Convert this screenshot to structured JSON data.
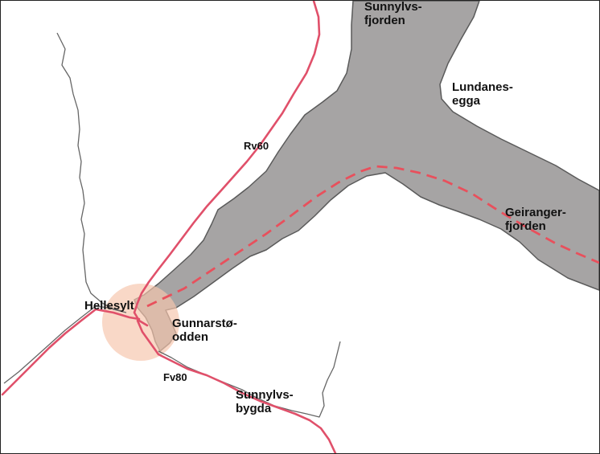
{
  "map": {
    "colors": {
      "water": "#a6a4a4",
      "water_edge": "#5a5a5a",
      "road": "#e0506a",
      "ferry_route": "#e8505c",
      "river": "#666666",
      "highlight": "#f6c5ac",
      "background": "#ffffff"
    },
    "labels": {
      "sunnylvsfjorden_1": "Sunnylvs-",
      "sunnylvsfjorden_2": "fjorden",
      "lundanesegga_1": "Lundanes-",
      "lundanesegga_2": "egga",
      "rv60": "Rv60",
      "geirangerfjorden_1": "Geiranger-",
      "geirangerfjorden_2": "fjorden",
      "hellesylt": "Hellesylt",
      "gunnarstoodden_1": "Gunnarstø-",
      "gunnarstoodden_2": "odden",
      "fv80": "Fv80",
      "sunnylvsbygda_1": "Sunnylvs-",
      "sunnylvsbygda_2": "bygda"
    }
  }
}
